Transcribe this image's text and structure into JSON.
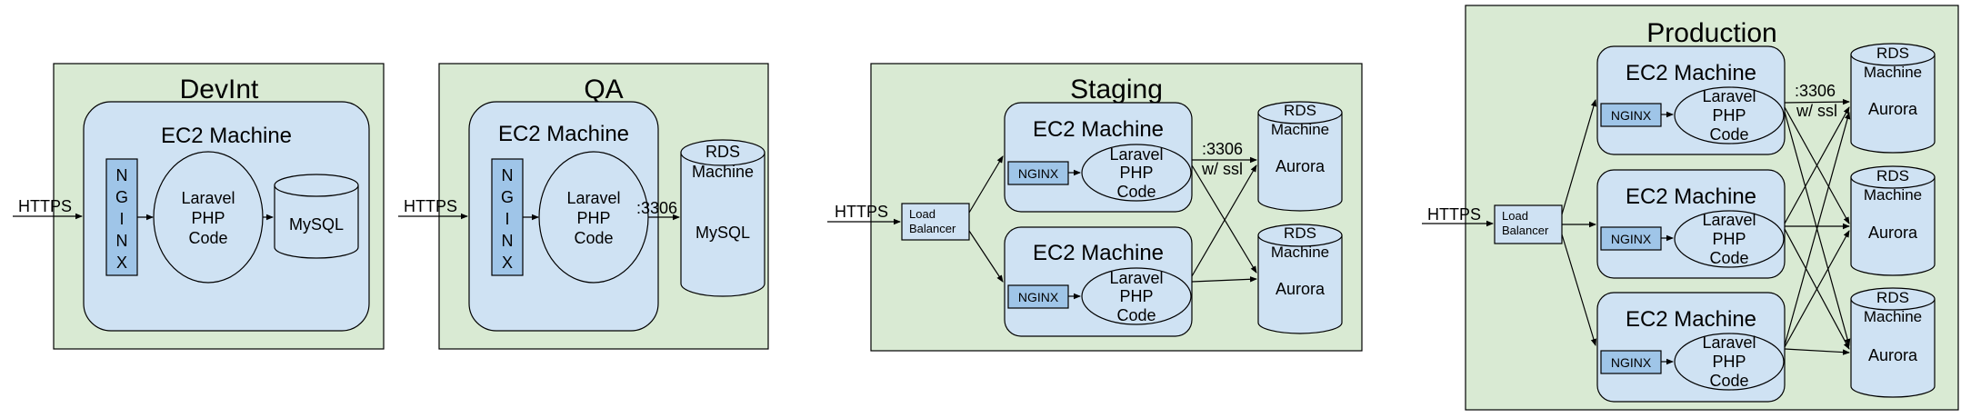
{
  "colors": {
    "env_fill": "#d9ead3",
    "ec2_fill": "#cfe2f3",
    "nginx_fill": "#9fc5e8",
    "line": "#000000"
  },
  "labels": {
    "https": "HTTPS",
    "ec2": "EC2 Machine",
    "nginx": "NGINX",
    "nginx_vertical": [
      "N",
      "G",
      "I",
      "N",
      "X"
    ],
    "laravel": [
      "Laravel",
      "PHP",
      "Code"
    ],
    "rds": [
      "RDS",
      "Machine"
    ],
    "mysql": "MySQL",
    "aurora": "Aurora",
    "load_balancer": [
      "Load",
      "Balancer"
    ],
    "port": ":3306",
    "port_ssl": [
      "3306",
      "w/ ssl"
    ]
  },
  "environments": {
    "devint": {
      "title": "DevInt"
    },
    "qa": {
      "title": "QA"
    },
    "staging": {
      "title": "Staging"
    },
    "production": {
      "title": "Production"
    }
  }
}
